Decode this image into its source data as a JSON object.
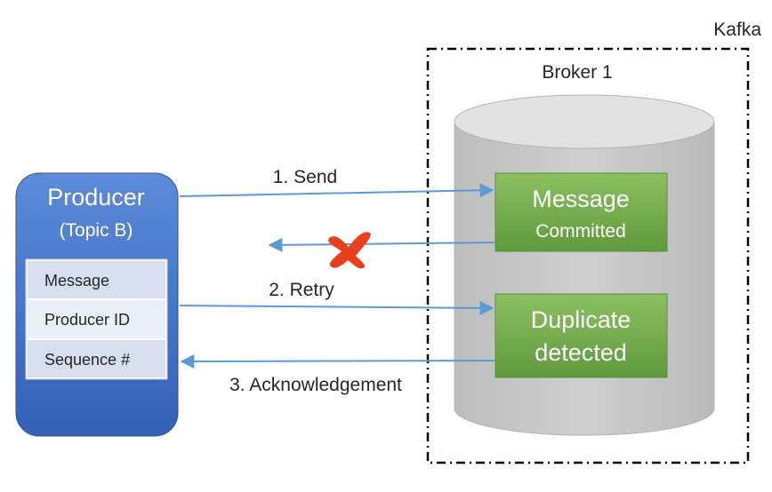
{
  "kafka": {
    "label": "Kafka"
  },
  "broker": {
    "label": "Broker 1"
  },
  "producer": {
    "title": "Producer",
    "subtitle": "(Topic B)",
    "fields": [
      "Message",
      "Producer ID",
      "Sequence #"
    ]
  },
  "boxes": {
    "committed": {
      "line1": "Message",
      "line2": "Committed"
    },
    "duplicate": {
      "line1": "Duplicate",
      "line2": "detected"
    }
  },
  "arrows": {
    "send": "1. Send",
    "retry": "2. Retry",
    "ack": "3. Acknowledgement"
  },
  "icons": {
    "failed": "x-mark-icon"
  },
  "colors": {
    "producer": "#4472c4",
    "green": "#70ad47",
    "arrow": "#5b9bd5",
    "cross": "#e8401c",
    "cylinder": "#c9c9c9"
  }
}
